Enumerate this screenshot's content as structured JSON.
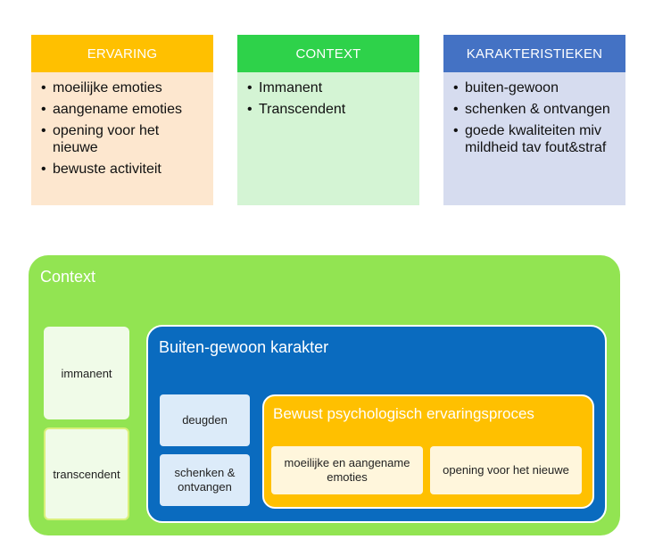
{
  "columns": [
    {
      "title": "ERVARING",
      "color": "#ffc000",
      "items": [
        "moeilijke emoties",
        "aangename emoties",
        "opening voor het nieuwe",
        "bewuste activiteit"
      ]
    },
    {
      "title": "CONTEXT",
      "color": "#2ed24a",
      "items": [
        "Immanent",
        "Transcendent"
      ]
    },
    {
      "title": "KARAKTERISTIEKEN",
      "color": "#4472c4",
      "items": [
        "buiten-gewoon",
        "schenken & ontvangen",
        "goede kwaliteiten miv mildheid tav fout&straf"
      ]
    }
  ],
  "diagram": {
    "outer": {
      "title": "Context",
      "boxes": [
        "immanent",
        "transcendent"
      ]
    },
    "middle": {
      "title": "Buiten-gewoon karakter",
      "boxes": [
        "deugden",
        "schenken & ontvangen"
      ]
    },
    "inner": {
      "title": "Bewust psychologisch ervaringsproces",
      "boxes": [
        "moeilijke en aangename emoties",
        "opening voor het nieuwe"
      ]
    }
  }
}
